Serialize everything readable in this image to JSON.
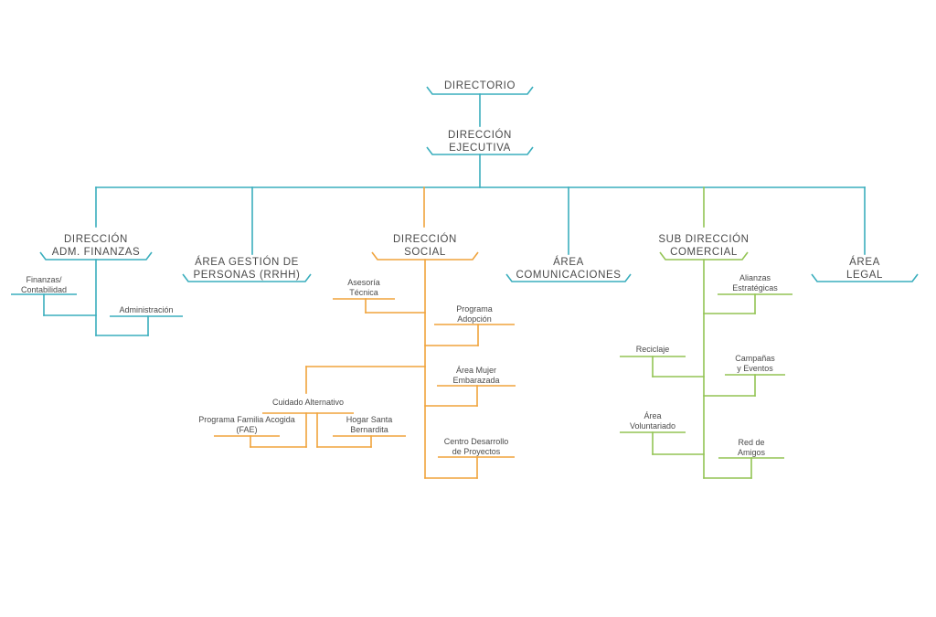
{
  "colors": {
    "teal": "#3aaebd",
    "orange": "#f0a33c",
    "green": "#93c454",
    "text": "#4a4a4a"
  },
  "nodes": {
    "directorio": [
      "DIRECTORIO"
    ],
    "direccion_ejecutiva": [
      "DIRECCIÓN",
      "EJECUTIVA"
    ],
    "direccion_adm_finanzas": [
      "DIRECCIÓN",
      "ADM. FINANZAS"
    ],
    "area_gestion_personas": [
      "ÁREA GESTIÓN DE",
      "PERSONAS (RRHH)"
    ],
    "direccion_social": [
      "DIRECCIÓN",
      "SOCIAL"
    ],
    "area_comunicaciones": [
      "ÁREA",
      "COMUNICACIONES"
    ],
    "sub_direccion_comercial": [
      "SUB DIRECCIÓN",
      "COMERCIAL"
    ],
    "area_legal": [
      "ÁREA",
      "LEGAL"
    ],
    "finanzas_contabilidad": [
      "Finanzas/",
      "Contabilidad"
    ],
    "administracion": [
      "Administración"
    ],
    "asesoria_tecnica": [
      "Asesoría",
      "Técnica"
    ],
    "programa_adopcion": [
      "Programa",
      "Adopción"
    ],
    "area_mujer_embarazada": [
      "Área Mujer",
      "Embarazada"
    ],
    "cuidado_alternativo": [
      "Cuidado Alternativo"
    ],
    "programa_familia_acogida": [
      "Programa Familia Acogida",
      "(FAE)"
    ],
    "hogar_santa_bernardita": [
      "Hogar Santa",
      "Bernardita"
    ],
    "centro_desarrollo_proyectos": [
      "Centro Desarrollo",
      "de Proyectos"
    ],
    "alianzas_estrategicas": [
      "Alianzas",
      "Estratégicas"
    ],
    "reciclaje": [
      "Reciclaje"
    ],
    "campanas_eventos": [
      "Campañas",
      "y Eventos"
    ],
    "area_voluntariado": [
      "Área",
      "Voluntariado"
    ],
    "red_de_amigos": [
      "Red de",
      "Amigos"
    ]
  }
}
